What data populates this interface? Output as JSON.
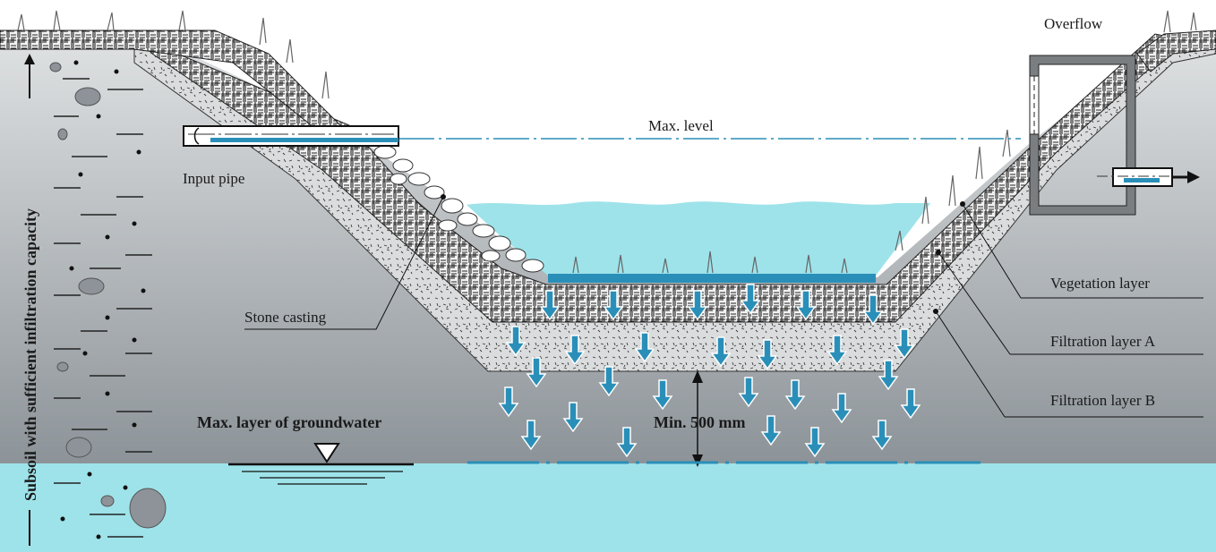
{
  "labels": {
    "overflow": "Overflow",
    "max_level": "Max. level",
    "input_pipe": "Input pipe",
    "stone_casting": "Stone casting",
    "vegetation_layer": "Vegetation layer",
    "filtration_layer_a": "Filtration layer A",
    "filtration_layer_b": "Filtration layer B",
    "min_distance": "Min. 500 mm",
    "groundwater": "Max. layer of groundwater",
    "subsoil": "Subsoil with sufficient infiltration capacity"
  },
  "colors": {
    "water": "#9ee3ea",
    "water_line": "#2a8fb8",
    "arrow": "#2a8fb8",
    "soil_top": "#e4e6e7",
    "soil_bottom": "#8f969b",
    "filtration_b": "#d8dbdc",
    "filtration_a": "#404040",
    "pipe": "#ffffff",
    "overflow_box": "#7b7e81"
  },
  "icons": {
    "groundwater_marker": "down-triangle-icon",
    "outflow_arrow": "arrow-right-icon",
    "infiltration_arrows": "arrow-down-icon"
  }
}
